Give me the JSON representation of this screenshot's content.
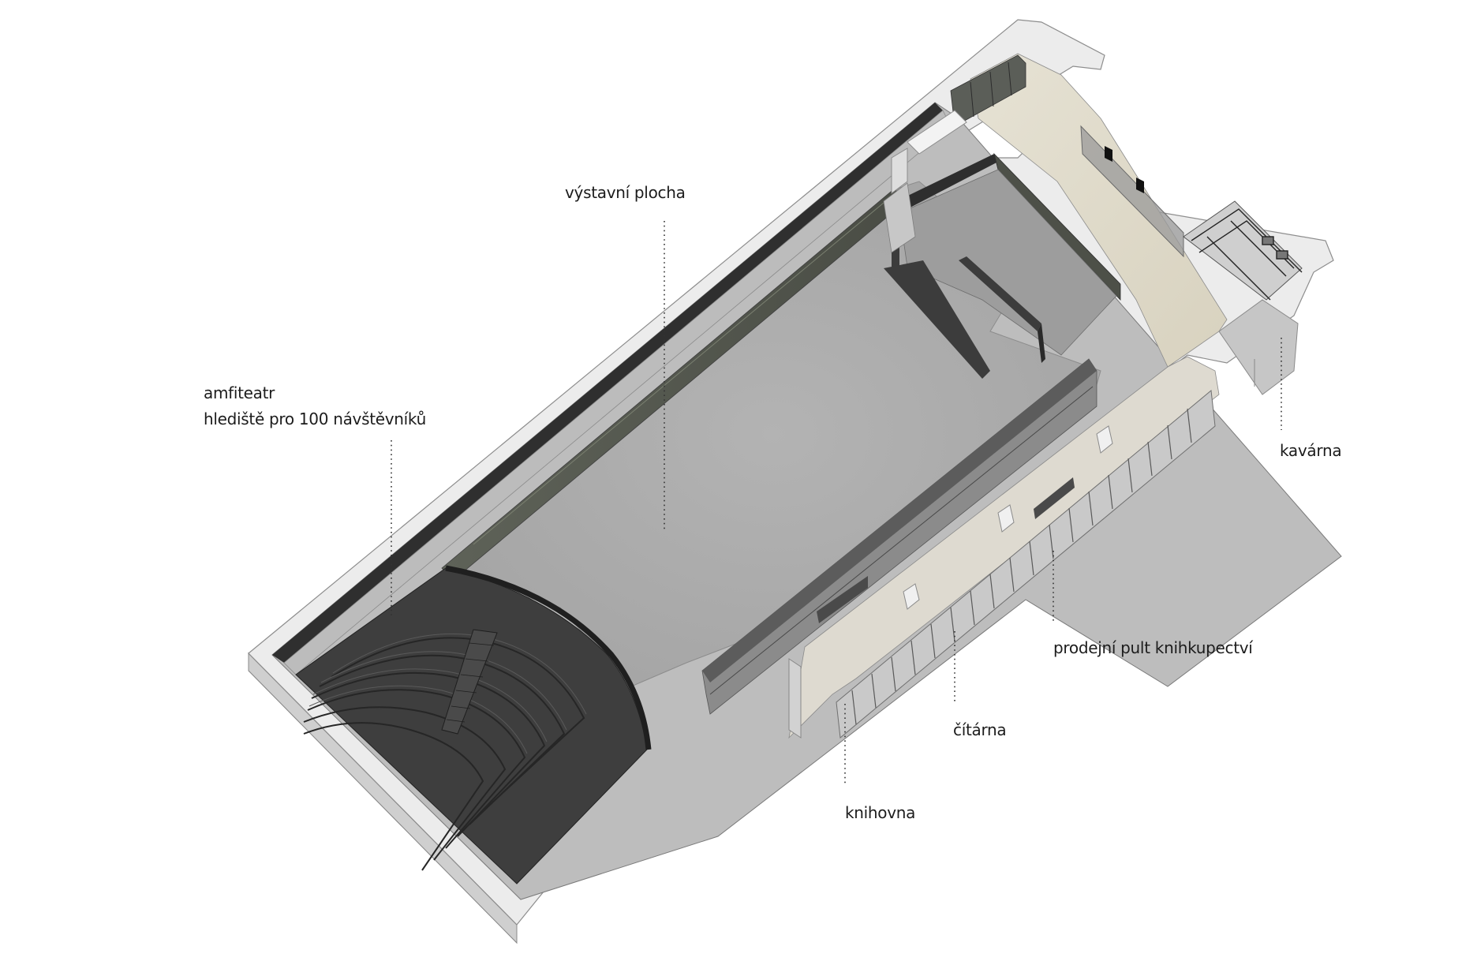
{
  "labels": {
    "exhibition": "výstavní plocha",
    "amphitheatre_line1": "amfiteatr",
    "amphitheatre_line2": "hlediště pro 100 návštěvníků",
    "cafe": "kavárna",
    "bookshop_counter": "prodejní pult knihkupectví",
    "reading_room": "čítárna",
    "library": "knihovna"
  },
  "colors": {
    "wall_top": "#ebebeb",
    "wall_side": "#c9c9c9",
    "floor_gray": "#a9a9a9",
    "amphitheatre": "#3b3b3b",
    "cafe_floor": "#e1dccb",
    "dark_panel": "#3a3a3a",
    "leader_line": "#333333"
  }
}
